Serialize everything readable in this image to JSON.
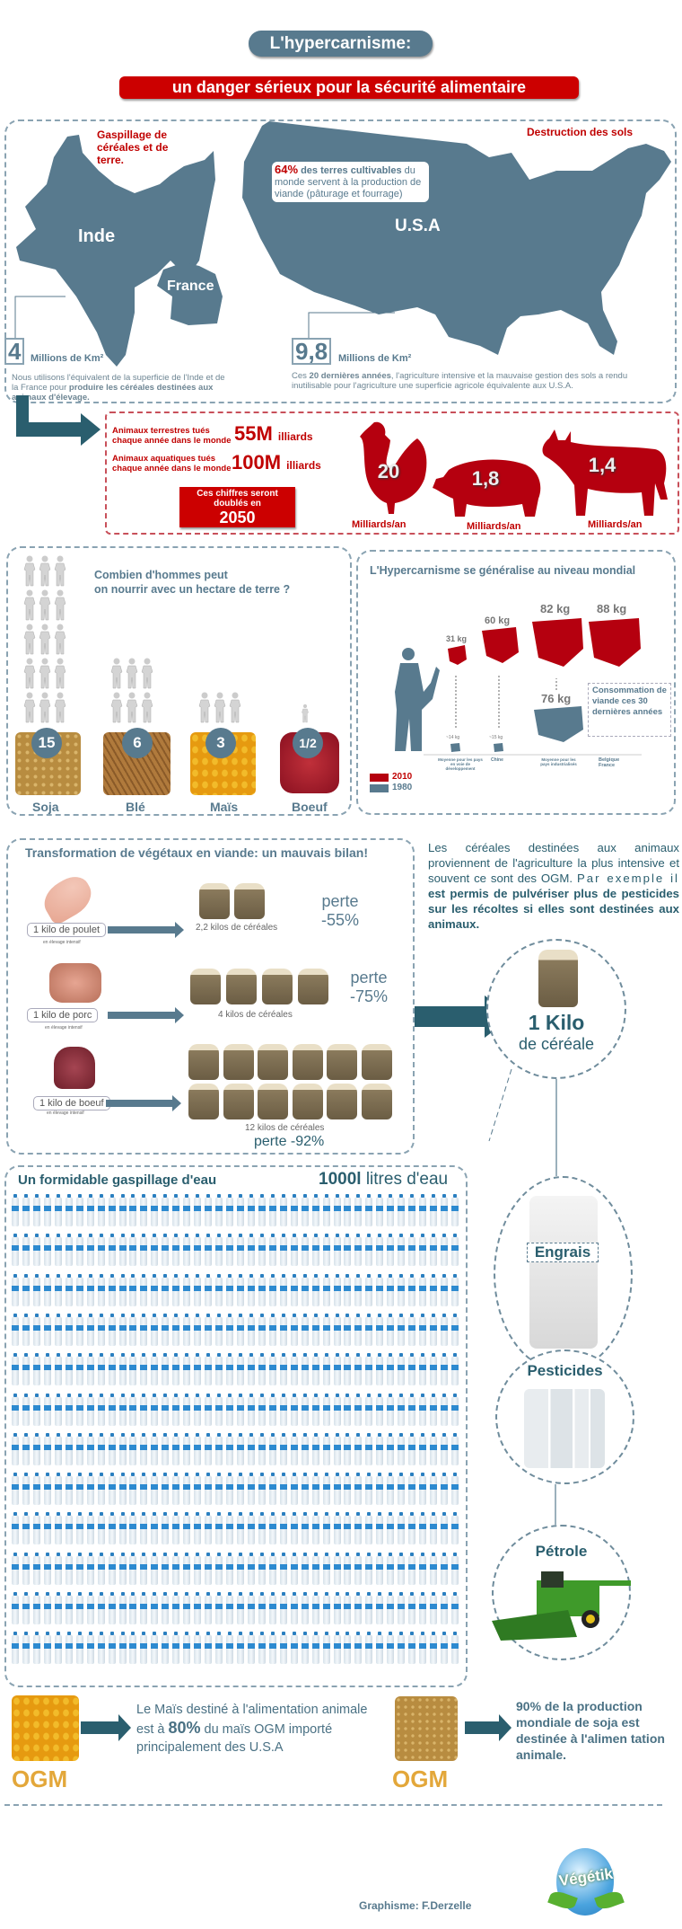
{
  "header": {
    "title": "L'hypercarnisme:",
    "subtitle": "un danger sérieux pour la sécurité alimentaire"
  },
  "colors": {
    "slate": "#587a8e",
    "teal": "#2a5e6e",
    "red": "#c00000"
  },
  "land": {
    "left_heading": "Gaspillage de céréales et de terre.",
    "right_heading": "Destruction des sols",
    "india_label": "Inde",
    "france_label": "France",
    "usa_label": "U.S.A",
    "callout_pct": "64%",
    "callout_bold": " des terres cultivables",
    "callout_rest": " du monde servent à la production de viande (pâturage et fourrage)",
    "left_value": "4",
    "unit": "Millions de Km²",
    "left_text_a": "Nous utilisons l'équivalent de la superficie de l'Inde et de la France pour ",
    "left_text_b": "produire les céréales destinées aux animaux d'élevage.",
    "right_value": "9,8",
    "right_text_a": "Ces ",
    "right_text_b": "20 dernières années",
    "right_text_c": ", l'agriculture intensive et la mauvaise gestion des sols a rendu inutilisable pour l'agriculture une superficie agricole équivalente aux U.S.A."
  },
  "killed": {
    "land_label": "Animaux terrestres tués chaque année dans le monde",
    "land_value": "55M",
    "land_suffix": "illiards",
    "sea_label": "Animaux aquatiques tués chaque année dans le monde",
    "sea_value": "100M",
    "sea_suffix": "illiards",
    "note_text": "Ces chiffres seront doublés en",
    "note_year": "2050",
    "animals": [
      {
        "name": "poulet",
        "value": "20",
        "unit": "Milliards/an"
      },
      {
        "name": "cochon",
        "value": "1,8",
        "unit": "Milliards/an"
      },
      {
        "name": "vache",
        "value": "1,4",
        "unit": "Milliards/an"
      }
    ]
  },
  "hectare": {
    "title_line1": "Combien d'hommes peut",
    "title_line2": "on nourrir avec un hectare de terre ?",
    "items": [
      {
        "label": "Soja",
        "value": "15",
        "people": 15
      },
      {
        "label": "Blé",
        "value": "6",
        "people": 6
      },
      {
        "label": "Maïs",
        "value": "3",
        "people": 3
      },
      {
        "label": "Boeuf",
        "value": "1/2",
        "people": 0.5
      }
    ]
  },
  "world": {
    "title": "L'Hypercarnisme se généralise au niveau mondial",
    "groups": [
      {
        "label": "Moyenne pour les pays en voie de développement",
        "v2010": "31 kg",
        "v1980": "~14 kg"
      },
      {
        "label": "Chine",
        "v2010": "60 kg",
        "v1980": "~15 kg"
      },
      {
        "label": "Moyenne pour les pays industrialisés",
        "v2010": "82 kg",
        "v1980": "76 kg"
      },
      {
        "label": "Belgique France",
        "v2010": "88 kg"
      }
    ],
    "note": "Consommation de viande ces 30 dernières années",
    "legend": [
      {
        "label": "2010",
        "color": "#b5000f"
      },
      {
        "label": "1980",
        "color": "#587a8e"
      }
    ]
  },
  "transform": {
    "title": "Transformation de végétaux en viande: un mauvais bilan!",
    "rows": [
      {
        "meat": "1 kilo de poulet",
        "sub": "en élevage intensif",
        "cereals": "2,2 kilos de céréales",
        "sacks": 2,
        "loss_word": "perte",
        "loss": "-55%"
      },
      {
        "meat": "1 kilo de porc",
        "sub": "en élevage intensif",
        "cereals": "4 kilos de céréales",
        "sacks": 4,
        "loss_word": "perte",
        "loss": "-75%"
      },
      {
        "meat": "1 kilo de boeuf",
        "sub": "en élevage intensif",
        "cereals": "12 kilos de céréales",
        "sacks": 12,
        "loss_word": "perte",
        "loss": "-92%"
      }
    ]
  },
  "side": {
    "p1": "Les céréales destinées aux animaux proviennent de l'agriculture la plus intensive et souvent ce sont des OGM.",
    "p2a": "Par exemple il ",
    "p2b": "est permis de pulvériser plus de pesticides sur les récoltes si elles sont destinées aux animaux.",
    "kilo_big": "1 Kilo",
    "kilo_small": "de céréale",
    "inputs": [
      "Engrais",
      "Pesticides",
      "Pétrole"
    ]
  },
  "water": {
    "title": "Un formidable gaspillage d'eau",
    "amount": "1000l",
    "amount_suffix": " litres d'eau",
    "rows": 12,
    "per_row": 42
  },
  "ogm": {
    "badge": "OGM",
    "mais_a": "Le Maïs  destiné à l'alimentation animale est  à ",
    "mais_pct": "80%",
    "mais_b": " du maïs OGM importé principalement des U.S.A",
    "soja_pct": "90%",
    "soja_text": " de la production mondiale de soja est destinée à l'alimen tation animale."
  },
  "footer": {
    "credit": "Graphisme: F.Derzelle",
    "logo": "Végétik"
  }
}
